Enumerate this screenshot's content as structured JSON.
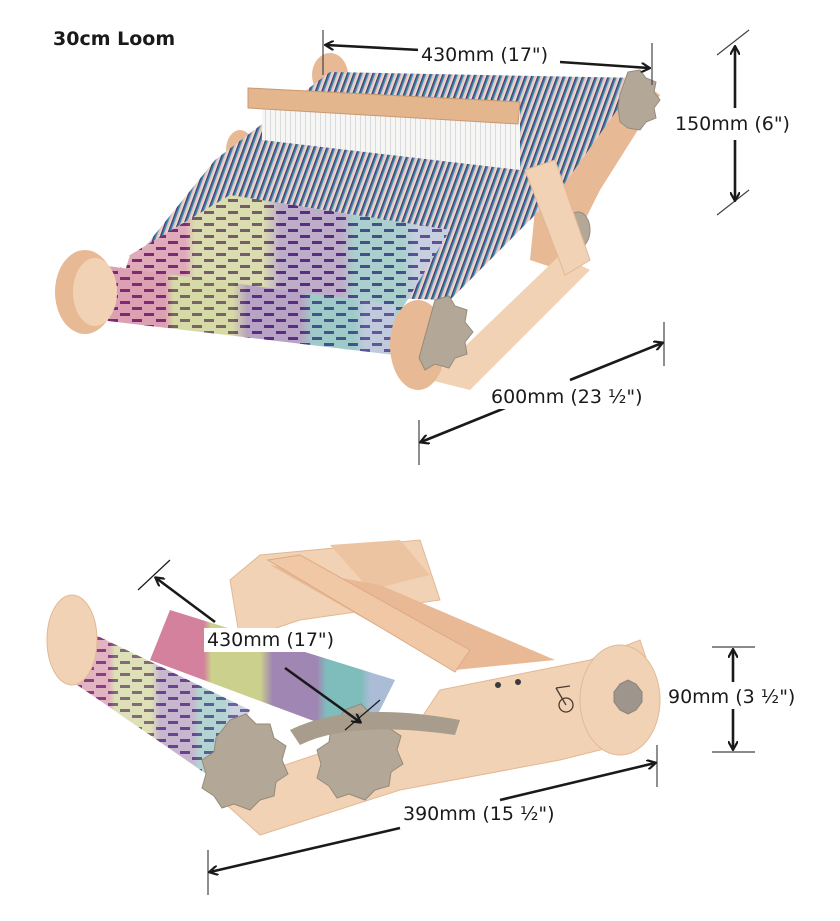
{
  "title": "30cm Loom",
  "colors": {
    "wood_light": "#f2d2b4",
    "wood_mid": "#e7b995",
    "wood_dark": "#d39d76",
    "knob": "#b3a898",
    "knob_dark": "#968a7a",
    "arrow": "#1a1a1a",
    "yarn_red": "#b8245a",
    "yarn_lime": "#a9b53b",
    "yarn_purple": "#5b2d82",
    "yarn_teal": "#1f8f93",
    "yarn_blue": "#6f8fc4",
    "yarn_white": "#f4f2ee"
  },
  "top_view": {
    "name": "loom-open-weaving",
    "dimensions": {
      "width": {
        "label": "430mm (17\")",
        "mm": 430,
        "in": "17"
      },
      "height": {
        "label": "150mm (6\")",
        "mm": 150,
        "in": "6"
      },
      "depth": {
        "label": "600mm (23 ½\")",
        "mm": 600,
        "in": "23 ½"
      }
    }
  },
  "bottom_view": {
    "name": "loom-folded",
    "dimensions": {
      "width": {
        "label": "430mm (17\")",
        "mm": 430,
        "in": "17"
      },
      "height": {
        "label": "90mm (3 ½\")",
        "mm": 90,
        "in": "3 ½"
      },
      "depth": {
        "label": "390mm (15 ½\")",
        "mm": 390,
        "in": "15 ½"
      }
    }
  }
}
